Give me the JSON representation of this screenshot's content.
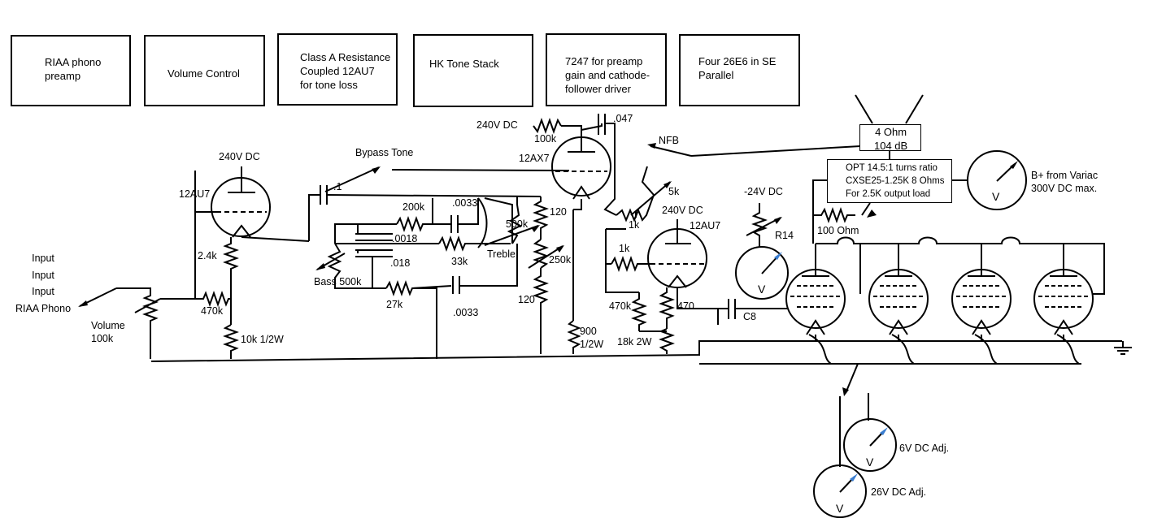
{
  "blocks": [
    {
      "text": "RIAA phono\npreamp"
    },
    {
      "text": "Volume Control"
    },
    {
      "text": "Class A Resistance\nCoupled 12AU7\nfor tone loss"
    },
    {
      "text": "HK Tone Stack"
    },
    {
      "text": "7247 for preamp\ngain and cathode-\nfollower driver"
    },
    {
      "text": "Four 26E6 in SE\nParallel"
    }
  ],
  "labels": {
    "inputs": "Input\nInput\nInput\nRIAA Phono",
    "volume": "Volume\n100k",
    "supply1": "240V DC",
    "tube1": "12AU7",
    "r_2k4": "2.4k",
    "r_470k_a": "470k",
    "r_10k": "10k 1/2W",
    "cap_01": ".1",
    "bypass": "Bypass Tone",
    "r_200k": "200k",
    "c_0033a": ".0033",
    "c_0018": ".0018",
    "c_018": ".018",
    "r_33k": "33k",
    "treble": "Treble",
    "p_500k": "500k",
    "bass": "Bass 500k",
    "r_27k": "27k",
    "c_0033b": ".0033",
    "supply2": "240V DC",
    "r_100k": "100k",
    "c_047": ".047",
    "tube2": "12AX7",
    "nfb": "NFB",
    "r_120a": "120",
    "r_250k": "250k",
    "r_120b": "120",
    "r_900": "900\n1/2W",
    "p_5k": "5k",
    "r_1k_a": "1k",
    "r_1k_b": "1k",
    "supply3": "240V DC",
    "tube3": "12AU7",
    "r_470k_b": "470k",
    "r_470": "470",
    "r_18k": "18k 2W",
    "c8": "C8",
    "bias": "-24V DC",
    "r14": "R14",
    "meter": "V",
    "speaker": "4 Ohm\n104 dB",
    "opt": "OPT 14.5:1 turns ratio\nCXSE25-1.25K 8 Ohms\nFor 2.5K output load",
    "r_100ohm": "100 Ohm",
    "bplus": "B+ from Variac\n300V DC max.",
    "fil6": "6V DC Adj.",
    "fil26": "26V DC Adj."
  }
}
